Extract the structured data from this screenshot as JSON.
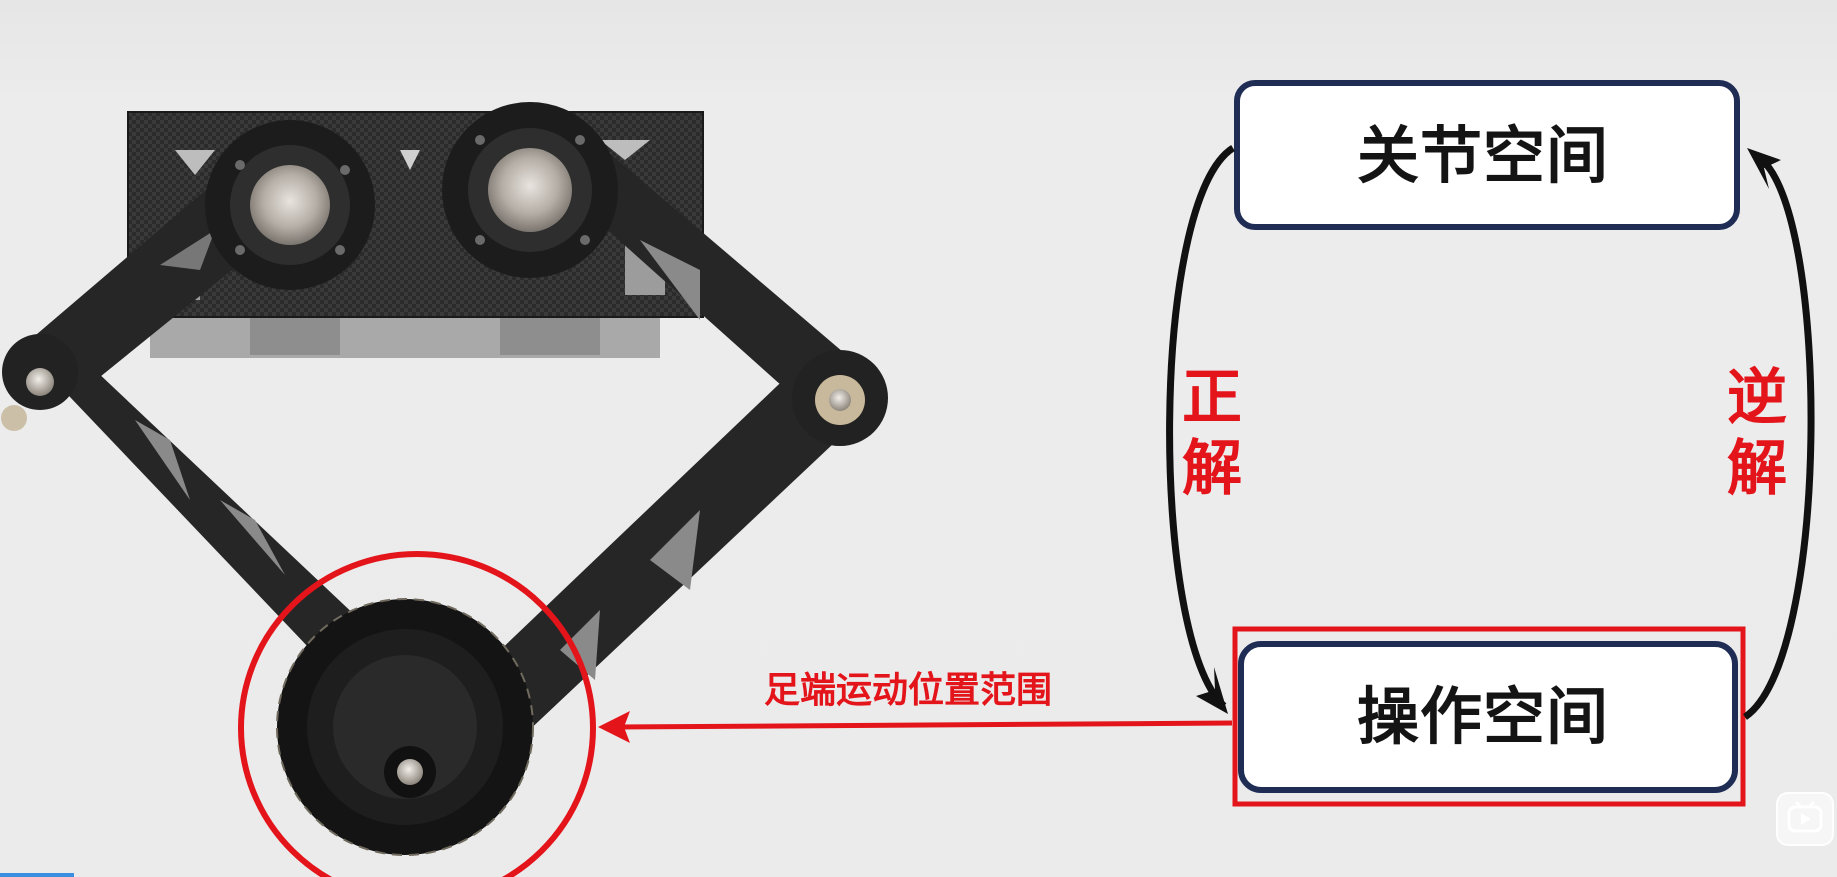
{
  "diagram": {
    "joint_space_label": "关节空间",
    "operational_space_label": "操作空间",
    "forward_solution_label": "正解",
    "inverse_solution_label": "逆解",
    "foot_range_label": "足端运动位置范围"
  },
  "colors": {
    "accent_red": "#e4141b",
    "box_border_navy": "#1f2d55",
    "arrow_black": "#111111"
  },
  "icons": {
    "video_badge": "play-icon"
  }
}
